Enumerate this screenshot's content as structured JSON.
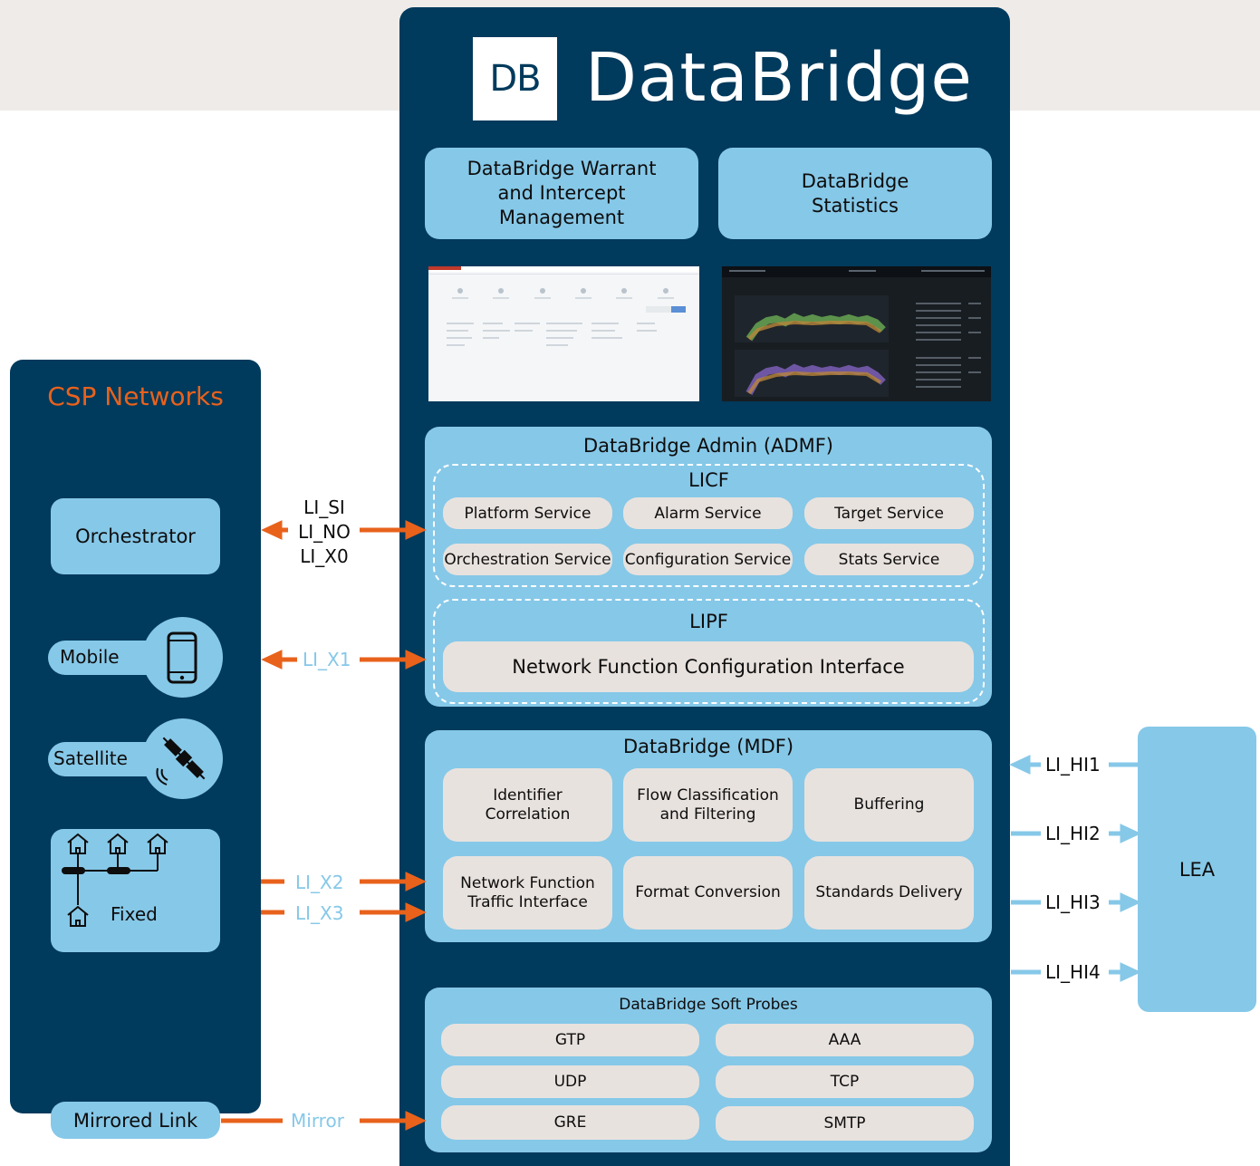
{
  "brand": {
    "logo_mark": "DB",
    "name": "DataBridge"
  },
  "top_boxes": {
    "warrant": "DataBridge Warrant\nand Intercept\nManagement",
    "statistics": "DataBridge\nStatistics"
  },
  "admf": {
    "title": "DataBridge Admin (ADMF)",
    "licf": {
      "title": "LICF",
      "services": [
        "Platform Service",
        "Alarm Service",
        "Target Service",
        "Orchestration Service",
        "Configuration Service",
        "Stats Service"
      ]
    },
    "lipf": {
      "title": "LIPF",
      "interface": "Network Function Configuration Interface"
    }
  },
  "mdf": {
    "title": "DataBridge (MDF)",
    "boxes": [
      "Identifier\nCorrelation",
      "Flow Classification\nand Filtering",
      "Buffering",
      "Network Function\nTraffic Interface",
      "Format Conversion",
      "Standards Delivery"
    ]
  },
  "probes": {
    "title": "DataBridge Soft Probes",
    "items": [
      "GTP",
      "AAA",
      "UDP",
      "TCP",
      "GRE",
      "SMTP"
    ]
  },
  "csp": {
    "title": "CSP Networks",
    "orchestrator": "Orchestrator",
    "mobile": "Mobile",
    "satellite": "Satellite",
    "fixed": "Fixed",
    "mirrored": "Mirrored Link"
  },
  "lea": "LEA",
  "interfaces": {
    "li_si": "LI_SI",
    "li_no": "LI_NO",
    "li_x0": "LI_X0",
    "li_x1": "LI_X1",
    "li_x2": "LI_X2",
    "li_x3": "LI_X3",
    "mirror": "Mirror",
    "li_hi1": "LI_HI1",
    "li_hi2": "LI_HI2",
    "li_hi3": "LI_HI3",
    "li_hi4": "LI_HI4"
  },
  "colors": {
    "navy": "#003a5c",
    "light_blue": "#86c8e8",
    "orange": "#e8621c",
    "pill": "#e8e2de",
    "csp_title": "#e8621c"
  },
  "icons": [
    "phone-icon",
    "satellite-icon",
    "house-icon",
    "arrow-icon"
  ]
}
